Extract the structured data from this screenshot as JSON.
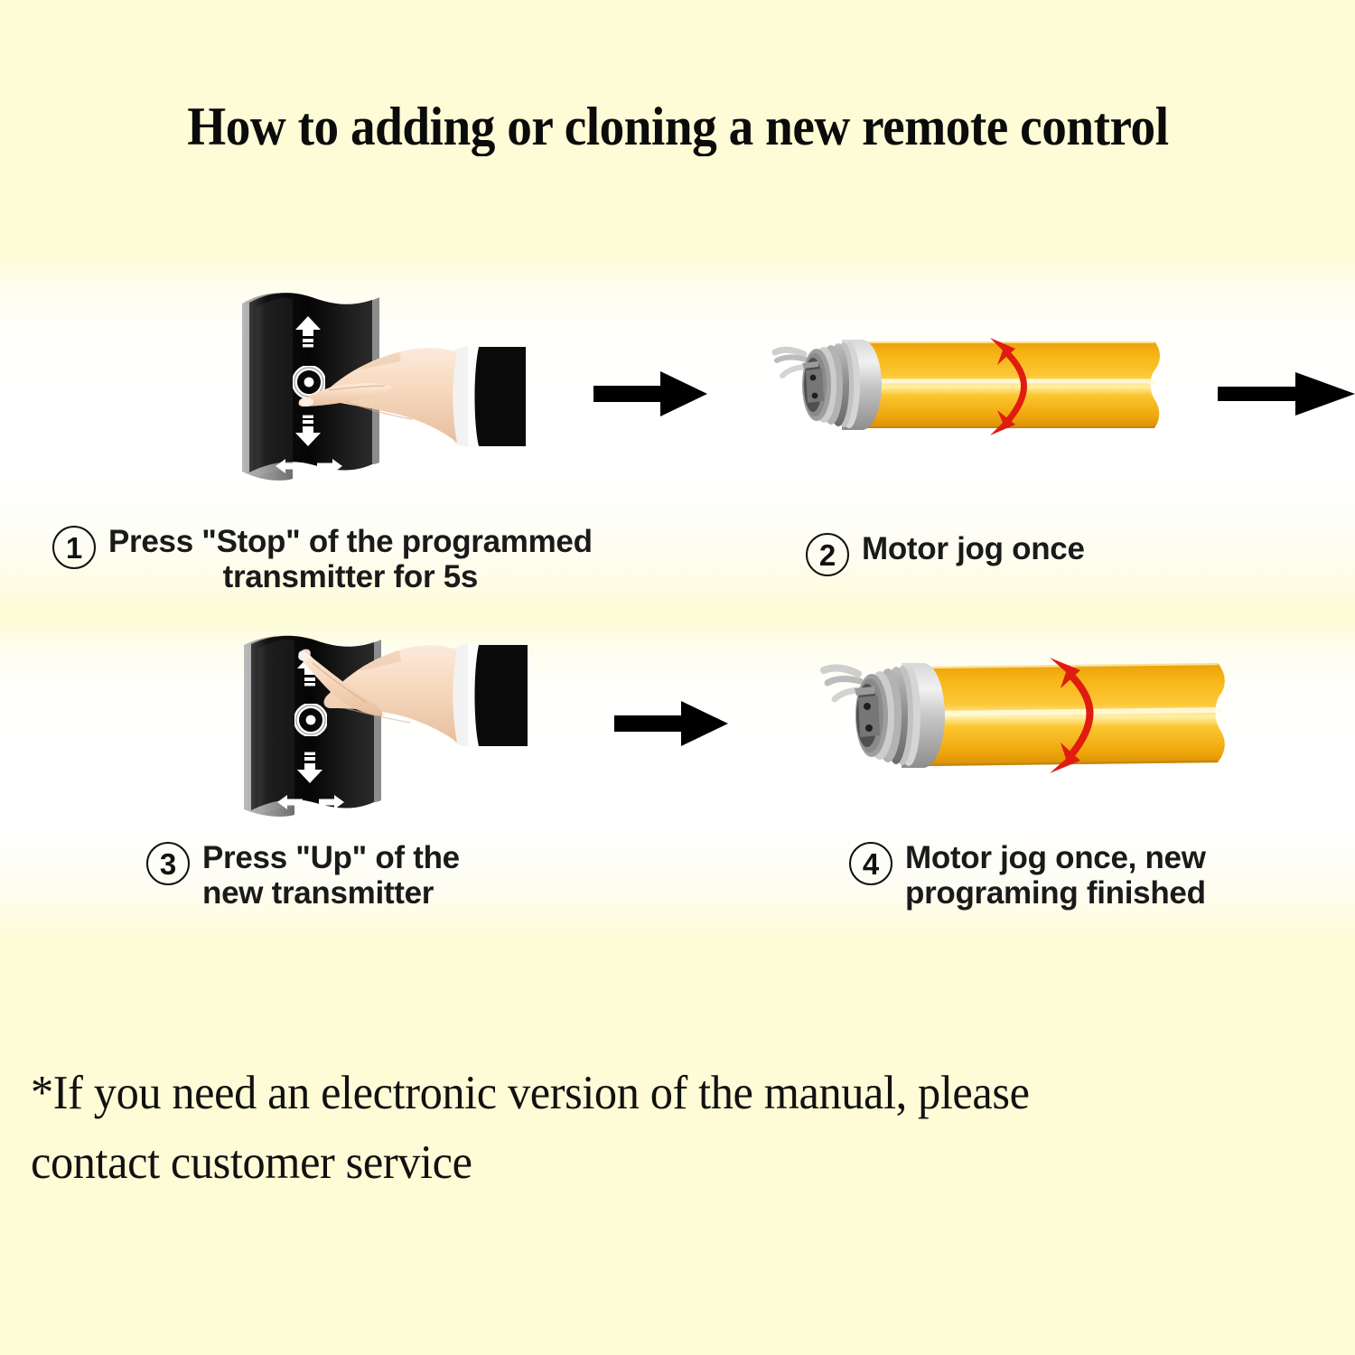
{
  "page": {
    "title": "How to adding or cloning a new remote control",
    "background_color": "#fdfcd6",
    "panel_color": "#ffffff"
  },
  "steps": [
    {
      "number": "1",
      "text": "Press \"Stop\" of the programmed\ntransmitter for 5s",
      "illustration": "remote-control-stop-button-press",
      "button_pressed": "stop",
      "align": "center"
    },
    {
      "number": "2",
      "text": "Motor jog once",
      "illustration": "tubular-motor-jog",
      "align": "left"
    },
    {
      "number": "3",
      "text": "Press \"Up\" of the\nnew transmitter",
      "illustration": "remote-control-up-button-press",
      "button_pressed": "up",
      "align": "center"
    },
    {
      "number": "4",
      "text": "Motor jog once, new\nprograming finished",
      "illustration": "tubular-motor-jog",
      "align": "center"
    }
  ],
  "remote": {
    "body_color": "#0a0a0a",
    "buttons": [
      {
        "name": "up-arrow-button",
        "glyph": "up"
      },
      {
        "name": "stop-button",
        "glyph": "stop"
      },
      {
        "name": "down-arrow-button",
        "glyph": "down"
      },
      {
        "name": "left-arrow-button",
        "glyph": "left"
      },
      {
        "name": "right-arrow-button",
        "glyph": "right"
      }
    ]
  },
  "motor": {
    "tube_color": "#f5b211",
    "head_color": "#c9c9c9",
    "rotation_arrow_color": "#e01b0f",
    "rotation_label": "jog"
  },
  "flow_arrows": {
    "color": "#000000",
    "count": 3,
    "direction": "right"
  },
  "hand": {
    "skin_color": "#f6d6b8",
    "cuff_color": "#ffffff",
    "sleeve_color": "#0b0b0b"
  },
  "footer": {
    "note": "*If you need an electronic version of the manual, please contact customer service"
  }
}
